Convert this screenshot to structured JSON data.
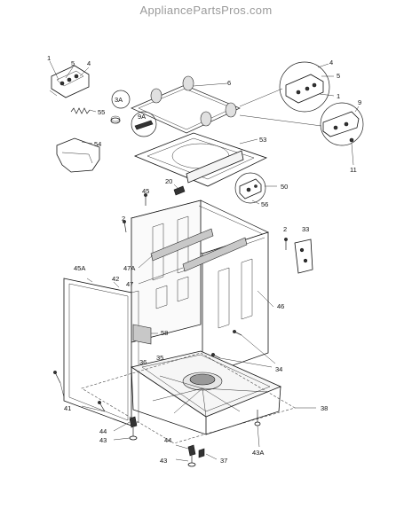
{
  "watermark": "AppliancePartsPros.com",
  "callouts": {
    "c1a": "1",
    "c5a": "5",
    "c4a": "4",
    "c6": "6",
    "c3A": "3A",
    "c55": "55",
    "c9A": "9A",
    "c4b": "4",
    "c5b": "5",
    "c1b": "1",
    "c9": "9",
    "c11": "11",
    "c54": "54",
    "c53": "53",
    "c20": "20",
    "c45": "45",
    "c50": "50",
    "c56": "56",
    "c2a": "2",
    "c2b": "2",
    "c33": "33",
    "c47A": "47A",
    "c45A": "45A",
    "c42": "42",
    "c47": "47",
    "c46": "46",
    "c58": "58",
    "c35": "35",
    "c36": "36",
    "c34": "34",
    "c41": "41",
    "c38": "38",
    "c44a": "44",
    "c43a": "43",
    "c44b": "44",
    "c43b": "43",
    "c37": "37",
    "c43A": "43A"
  }
}
